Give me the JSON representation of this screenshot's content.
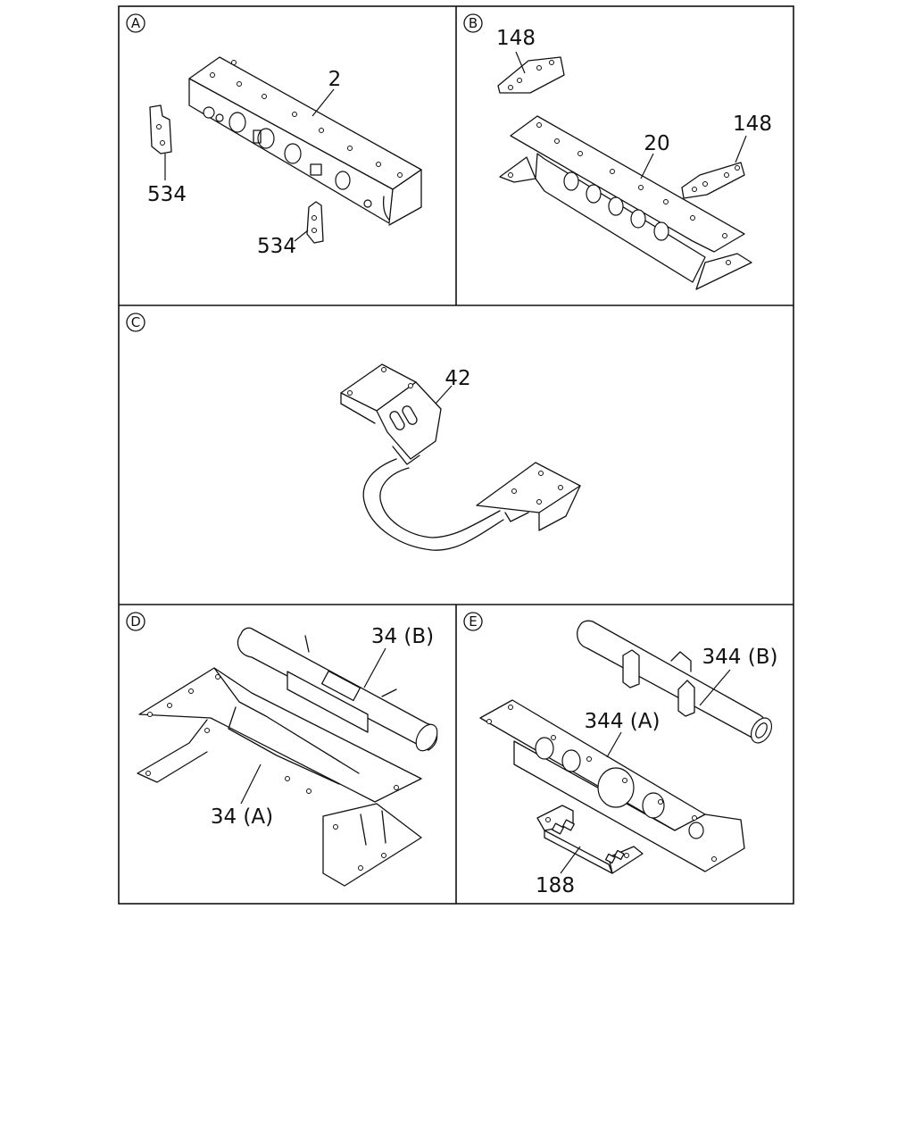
{
  "sections": [
    {
      "letter": "A",
      "labels": [
        "2",
        "534",
        "534"
      ]
    },
    {
      "letter": "B",
      "labels": [
        "148",
        "20",
        "148"
      ]
    },
    {
      "letter": "C",
      "labels": [
        "42"
      ]
    },
    {
      "letter": "D",
      "labels": [
        "34 (B)",
        "34 (A)"
      ]
    },
    {
      "letter": "E",
      "labels": [
        "344 (B)",
        "344 (A)",
        "188"
      ]
    }
  ]
}
